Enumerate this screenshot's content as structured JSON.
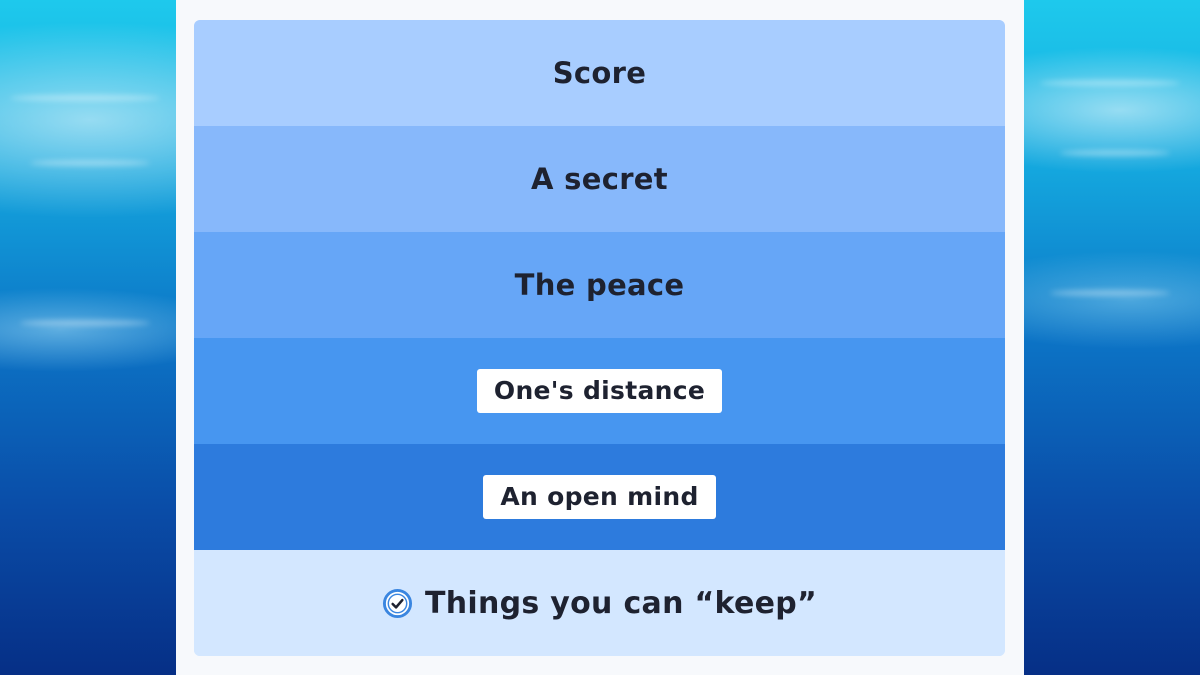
{
  "rows": [
    {
      "label": "Score",
      "style": "plain",
      "color": "#a8cdff"
    },
    {
      "label": "A secret",
      "style": "plain",
      "color": "#87b8fb"
    },
    {
      "label": "The peace",
      "style": "plain",
      "color": "#66a6f7"
    },
    {
      "label": "One's distance",
      "style": "chip",
      "color": "#4796f0"
    },
    {
      "label": "An open mind",
      "style": "chip",
      "color": "#2d7bdd"
    }
  ],
  "footer": {
    "label": "Things you can “keep”",
    "icon": "check-circle-icon",
    "color": "#d3e7ff"
  },
  "colors": {
    "panel": "#f7f9fc",
    "text": "#1e2230",
    "chip": "#ffffff",
    "icon": "#3a86e0"
  }
}
